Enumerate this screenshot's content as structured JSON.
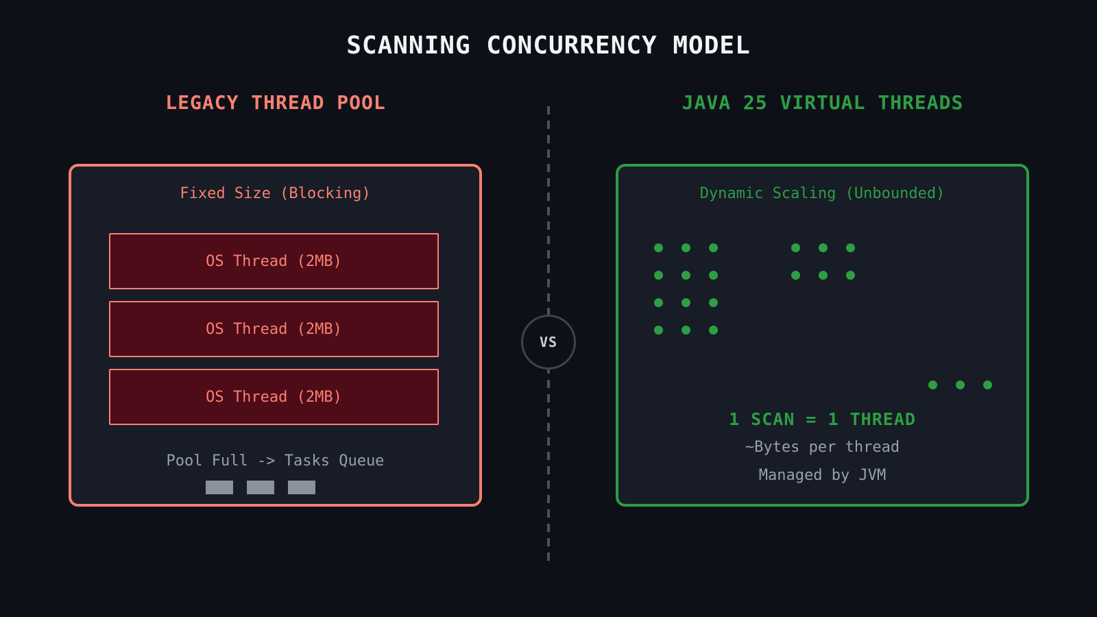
{
  "title": "SCANNING CONCURRENCY MODEL",
  "divider": {
    "vs_label": "VS"
  },
  "left_panel": {
    "heading": "LEGACY THREAD POOL",
    "subtitle": "Fixed Size (Blocking)",
    "os_threads": [
      "OS Thread (2MB)",
      "OS Thread (2MB)",
      "OS Thread (2MB)"
    ],
    "queue_note": "Pool Full -> Tasks Queue",
    "queued_task_count": 3
  },
  "right_panel": {
    "heading": "JAVA 25 VIRTUAL THREADS",
    "subtitle": "Dynamic Scaling (Unbounded)",
    "dot_clusters": [
      {
        "rows": 4,
        "cols": 3
      },
      {
        "rows": 2,
        "cols": 3
      },
      {
        "rows": 1,
        "cols": 3
      }
    ],
    "equation": "1 SCAN = 1 THREAD",
    "stack_note": "~Bytes per thread",
    "managed_note": "Managed by JVM"
  },
  "colors": {
    "background": "#0D1117",
    "panel_background": "#171C26",
    "legacy_accent": "#FA8072",
    "thread_box_fill": "#4E0B18",
    "virtual_accent": "#2E9E44",
    "muted_text": "#98A0AB",
    "queue_block_fill": "#8B929E",
    "title_text": "#F2F4F7"
  }
}
